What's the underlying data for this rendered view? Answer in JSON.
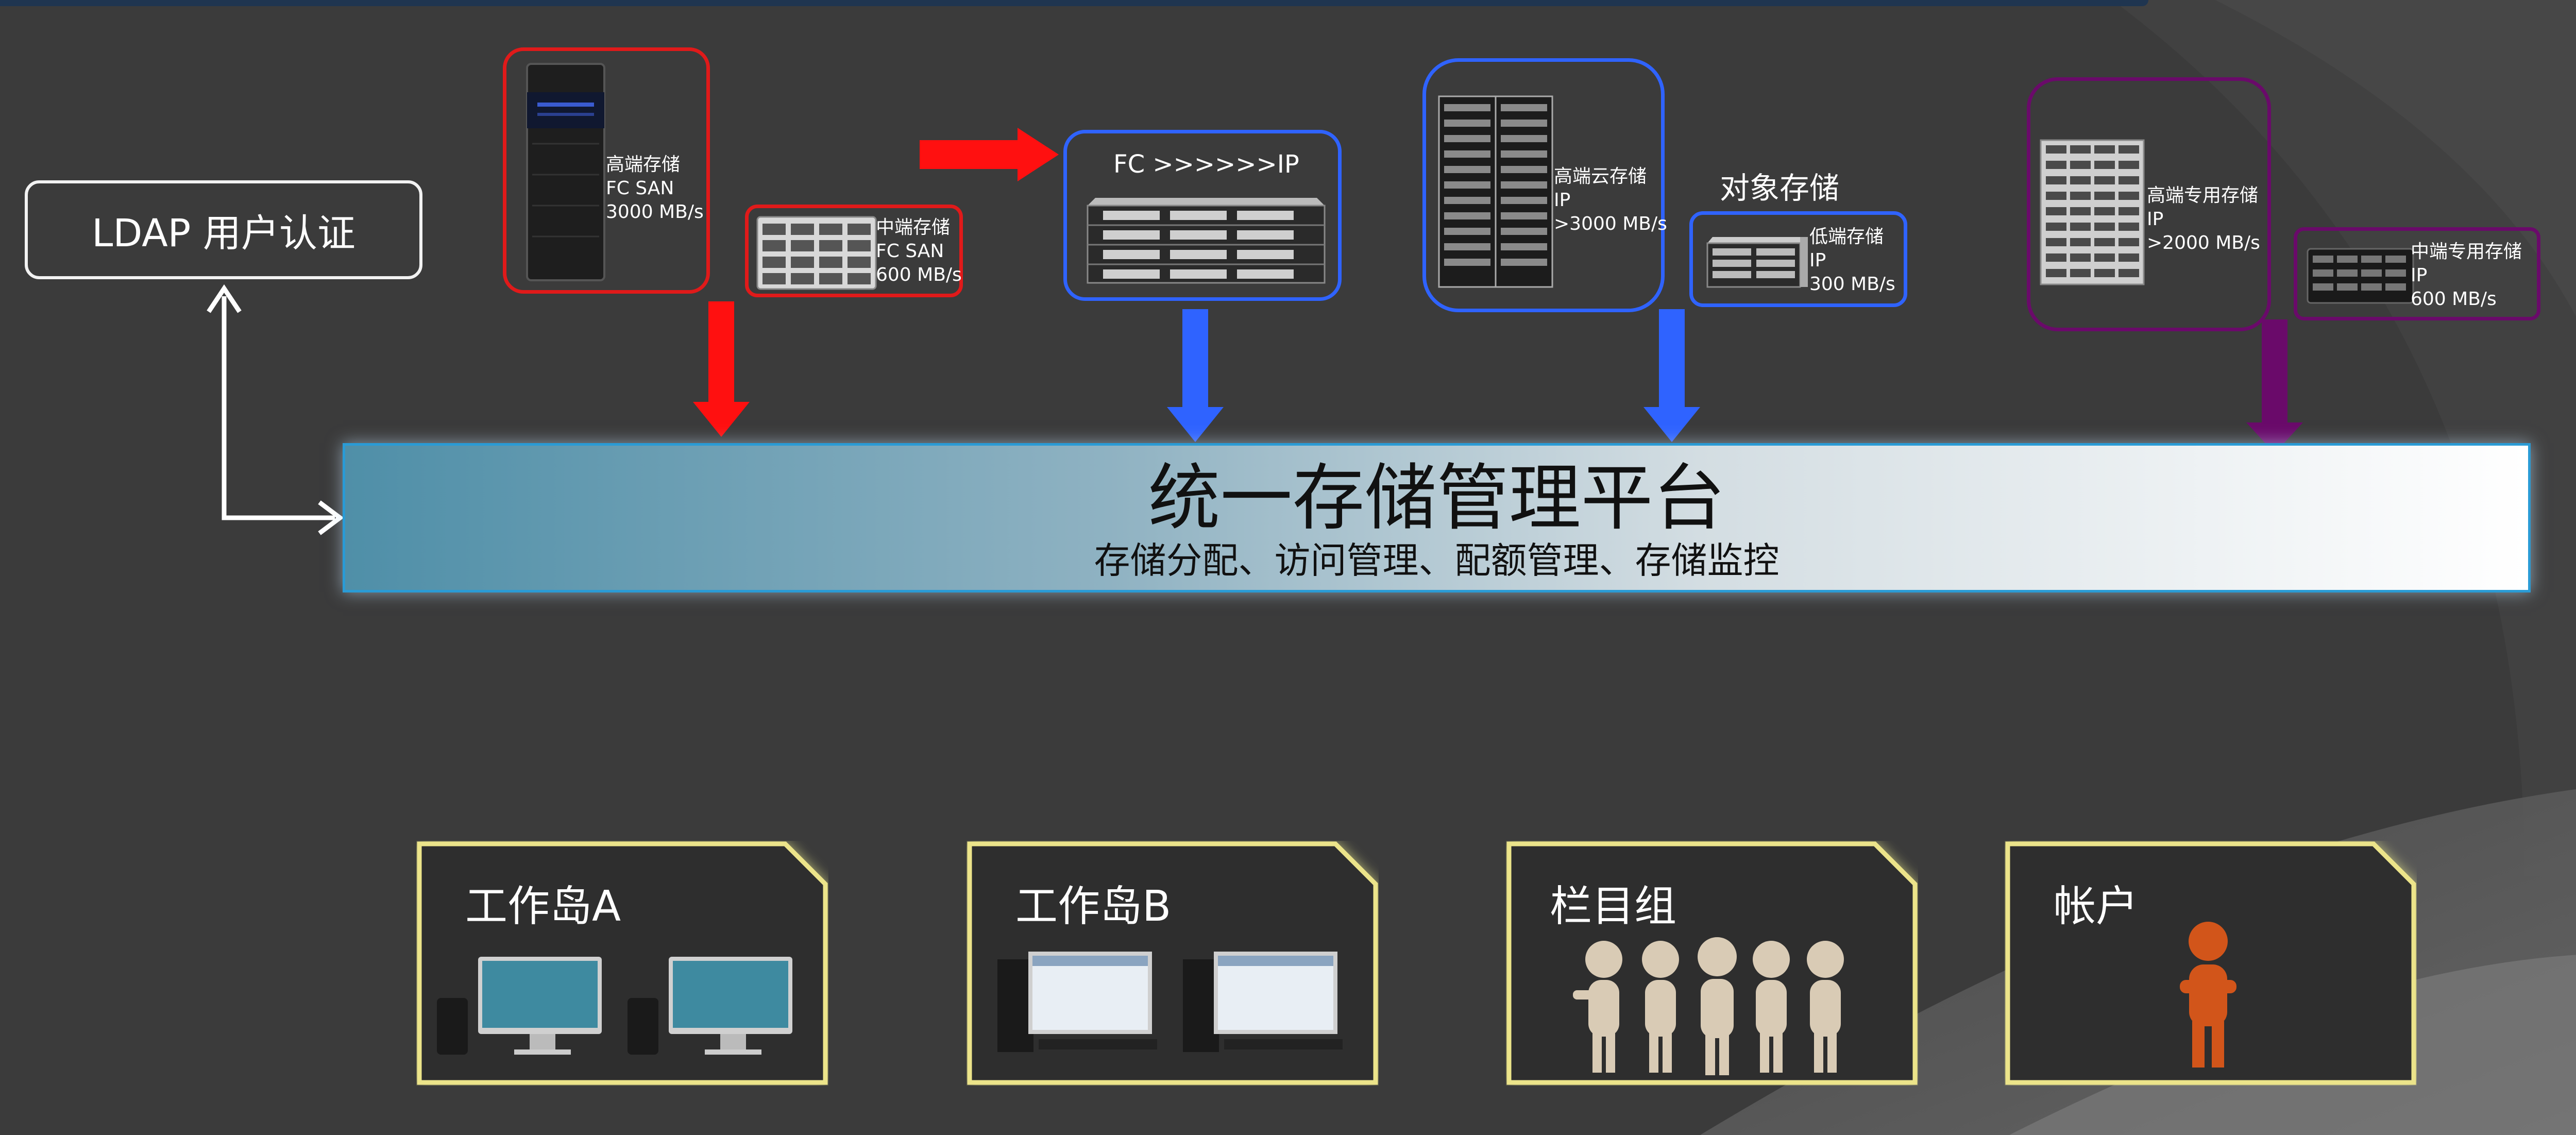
{
  "ldap": {
    "label": "LDAP 用户认证"
  },
  "storage": {
    "high_end": {
      "name": "高端存储",
      "protocol": "FC SAN",
      "speed": "3000 MB/s"
    },
    "mid_end": {
      "name": "中端存储",
      "protocol": "FC SAN",
      "speed": "600 MB/s"
    },
    "gateway": {
      "label": "FC >>>>>>IP"
    },
    "cloud": {
      "name": "高端云存储",
      "protocol": "IP",
      "speed": ">3000 MB/s"
    },
    "object_title": "对象存储",
    "low_end": {
      "name": "低端存储",
      "protocol": "IP",
      "speed": "300 MB/s"
    },
    "dedicated_high": {
      "name": "高端专用存储",
      "protocol": "IP",
      "speed": ">2000 MB/s"
    },
    "dedicated_mid": {
      "name": "中端专用存储",
      "protocol": "IP",
      "speed": "600 MB/s"
    }
  },
  "platform": {
    "title": "统一存储管理平台",
    "subtitle": "存储分配、访问管理、配额管理、存储监控"
  },
  "workspaces": [
    {
      "label": "工作岛A"
    },
    {
      "label": "工作岛B"
    },
    {
      "label": "栏目组"
    },
    {
      "label": "帐户"
    }
  ],
  "colors": {
    "fc_arrow": "#ff1010",
    "ip_arrow": "#2f63ff",
    "dedicated_arrow": "#6a0a6a",
    "workspace_border": "#e8e070"
  }
}
